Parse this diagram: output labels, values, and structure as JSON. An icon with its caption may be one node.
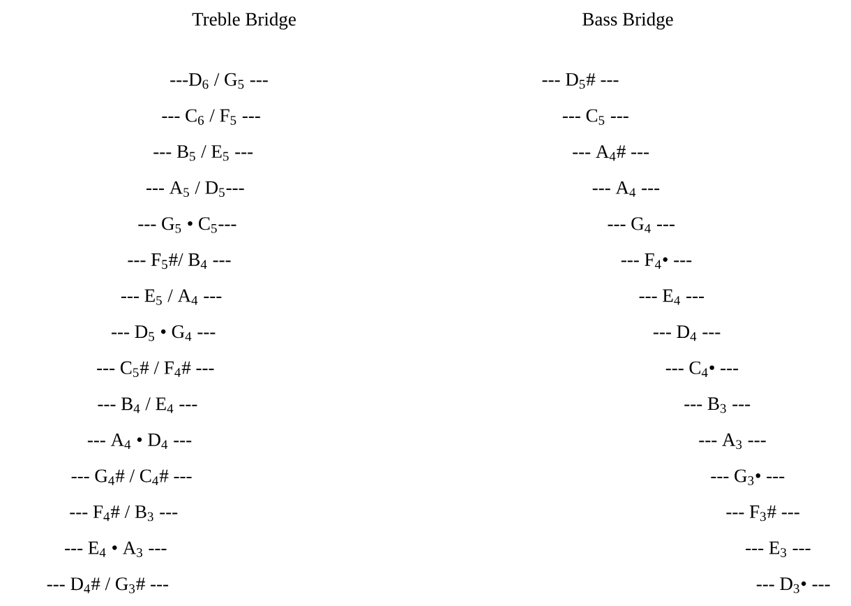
{
  "diagram": {
    "labels": [
      "Treble Bridge",
      "Bass Bridge",
      "---D$_{6}$ / G$_{5}$ ---",
      "--- D$_{5}$# ---",
      "--- C$_{6}$ / F$_{5}$ ---",
      "--- C$_{5}$ ---",
      "--- B$_{5}$ / E$_{5}$ ---",
      "--- A$_{4}$# ---",
      "--- A$_{5}$ / D$_{5}$---",
      "--- A$_{4}$ ---",
      "--- G$_{5}$ • C$_{5}$---",
      "--- G$_{4}$ ---",
      "--- F$_{5}$#/ B$_{4}$ ---",
      "--- F$_{4}$• ---",
      "--- E$_{5}$ / A$_{4}$ ---",
      "--- E$_{4}$ ---",
      "--- D$_{5}$ • G$_{4}$ ---",
      "--- D$_{4}$ ---",
      "--- C$_{5}$# / F$_{4}$# ---",
      "--- C$_{4}$• ---",
      "--- B$_{4}$ / E$_{4}$ ---",
      "--- B$_{3}$ ---",
      "--- A$_{4}$ • D$_{4}$ ---",
      "--- A$_{3}$ ---",
      "--- G$_{4}$# / C$_{4}$# ---",
      "--- G$_{3}$• ---",
      "--- F$_{4}$# / B$_{3}$ ---",
      "--- F$_{3}$# ---",
      "--- E$_{4}$ • A$_{3}$ ---",
      "--- E$_{3}$ ---",
      "--- D$_{4}$# / G$_{3}$# ---",
      "--- D$_{3}$• ---"
    ]
  }
}
